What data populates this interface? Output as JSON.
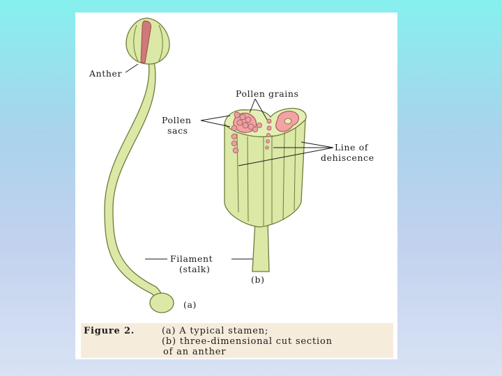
{
  "labels": {
    "anther": "Anther",
    "pollen_grains": "Pollen grains",
    "pollen_sacs_line1": "Pollen",
    "pollen_sacs_line2": "sacs",
    "dehiscence_line1": "Line of",
    "dehiscence_line2": "dehiscence",
    "filament_line1": "Filament",
    "filament_line2": "(stalk)",
    "part_a": "(a)",
    "part_b": "(b)"
  },
  "caption": {
    "figure_label": "Figure 2.",
    "line1": "(a) A typical stamen;",
    "line2": "(b) three-dimensional cut section",
    "line3": "of an anther"
  },
  "colors": {
    "tissue_fill": "#dbe8a6",
    "tissue_stroke": "#6b7c3a",
    "pollen_sac_fill": "#f2a3a3",
    "pollen_grain_fill": "#e9a0a2",
    "pollen_grain_stroke": "#a85f62",
    "caption_background": "#f6ecdc"
  }
}
